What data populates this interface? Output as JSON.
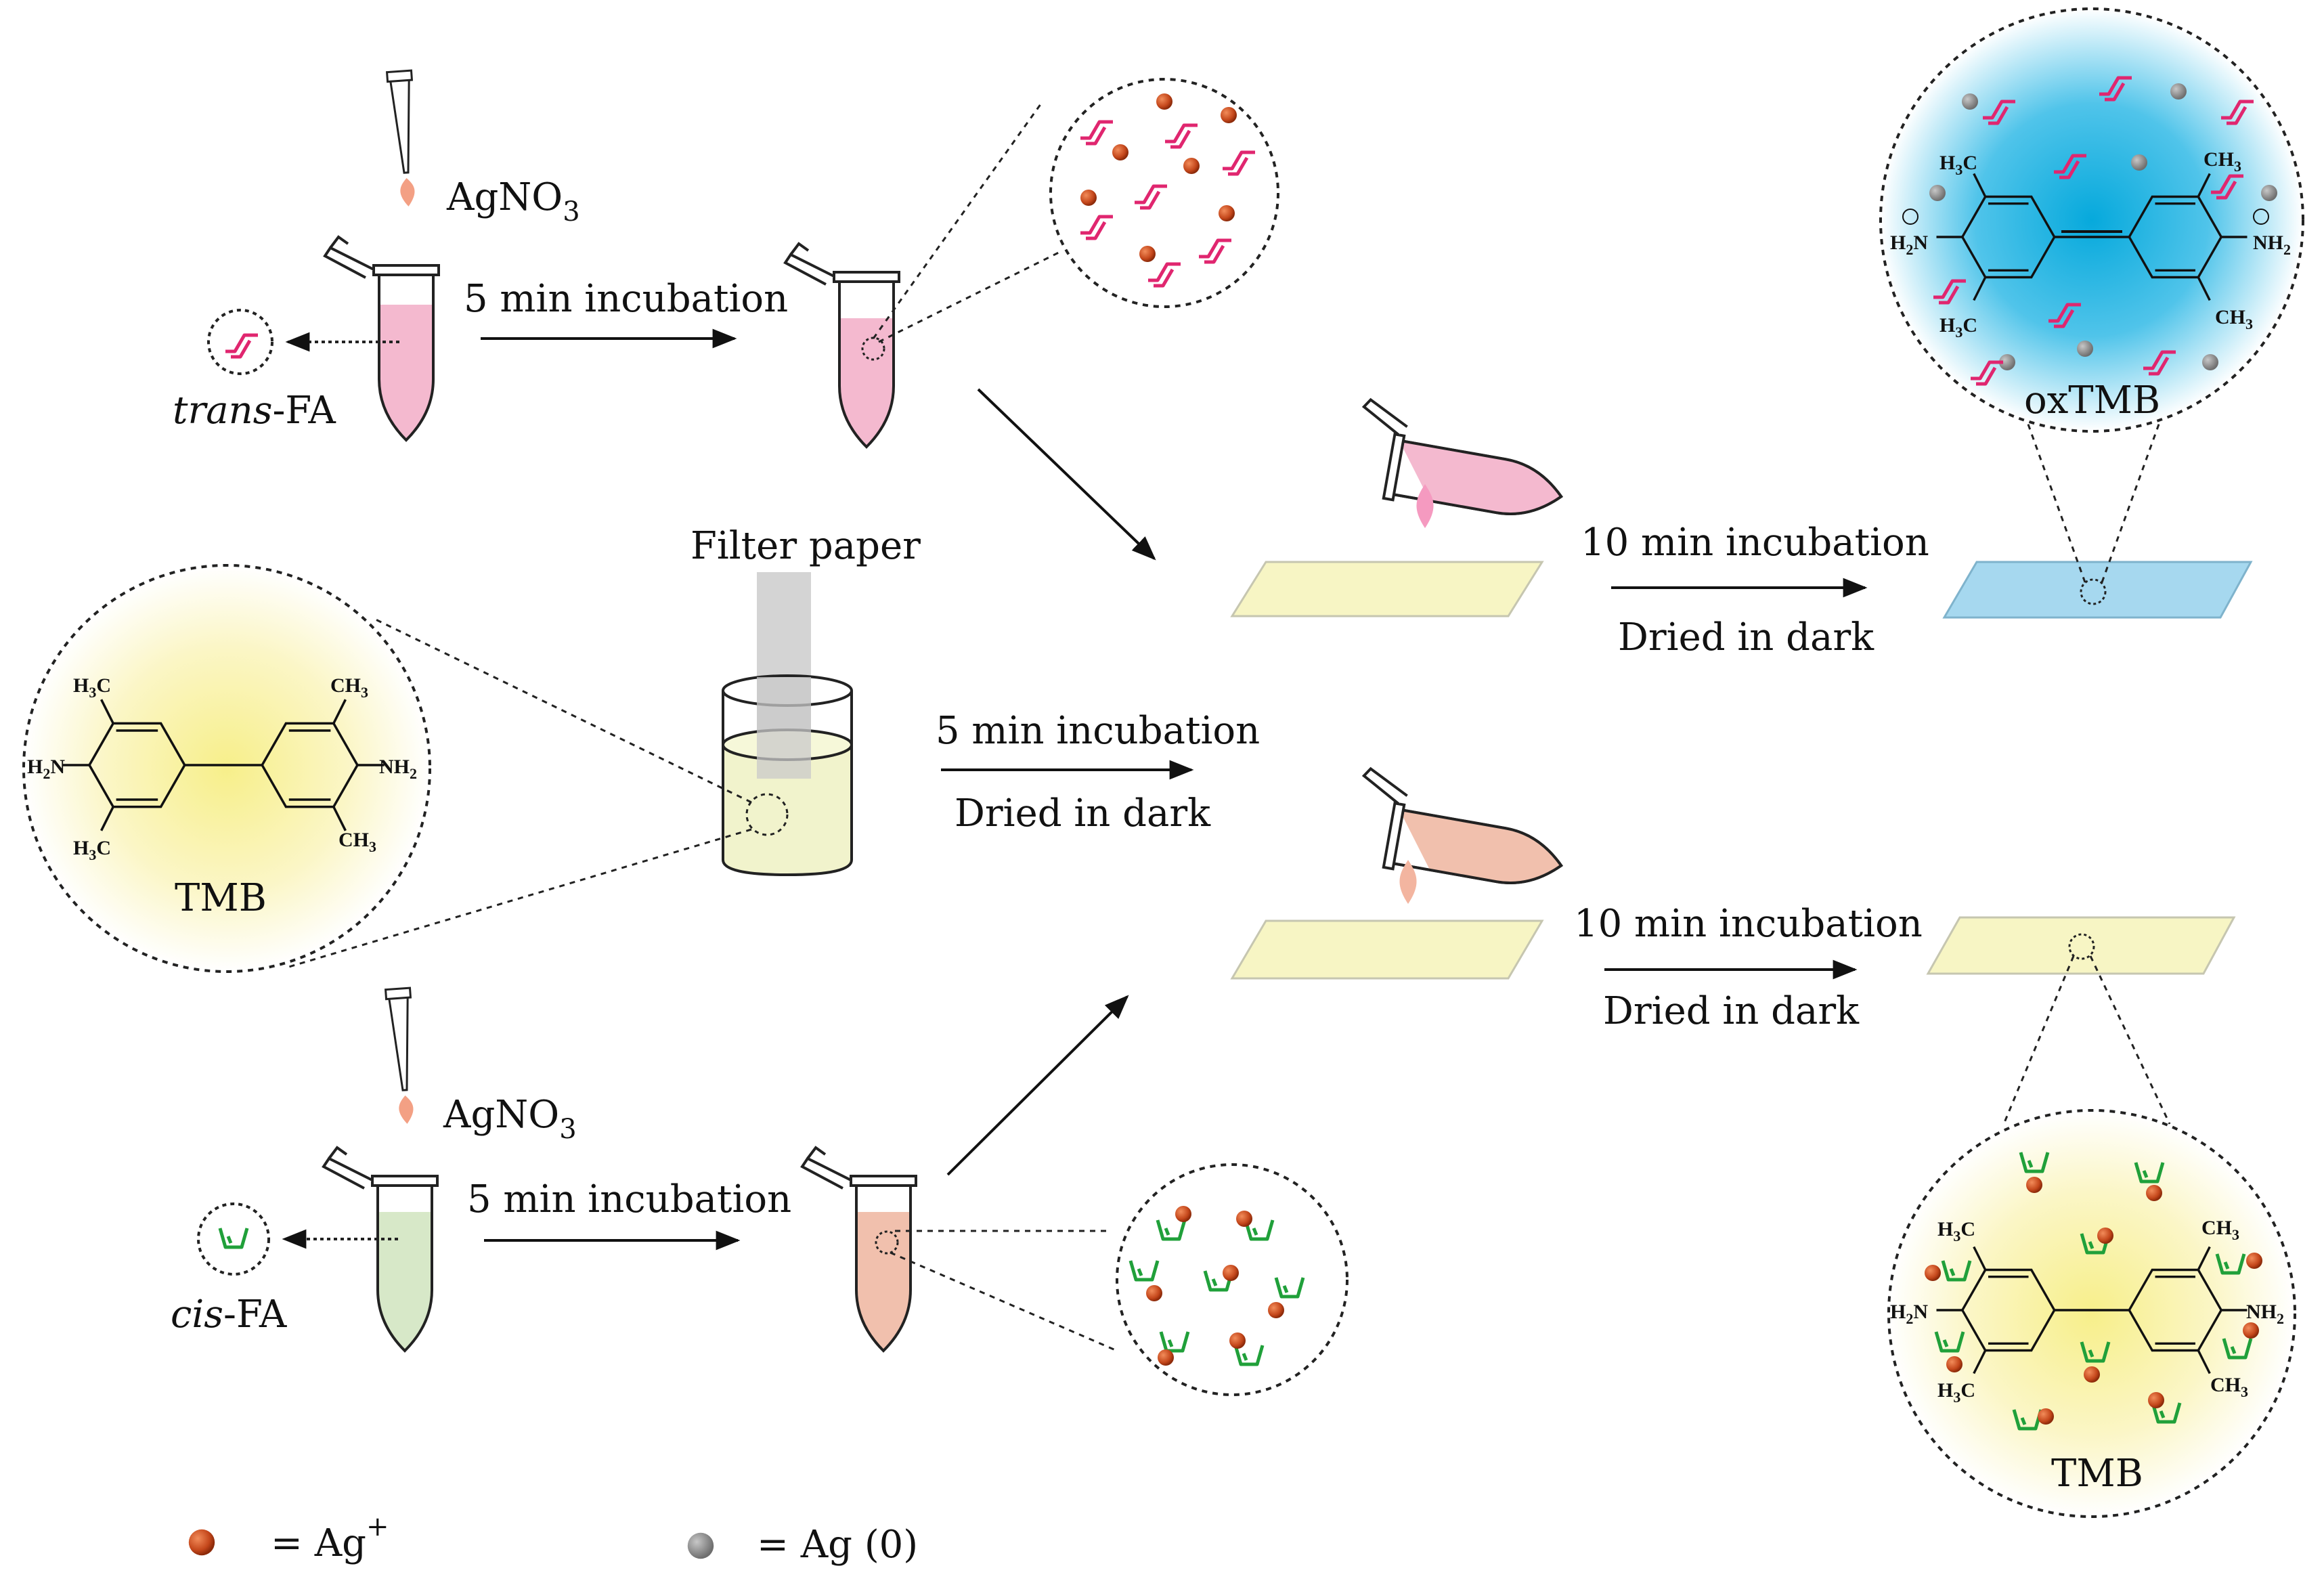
{
  "labels": {
    "agno3_top_base": "AgNO",
    "agno3_top_sub": "3",
    "agno3_bottom_base": "AgNO",
    "agno3_bottom_sub": "3",
    "incubation_top": "5 min incubation",
    "incubation_bottom": "5 min incubation",
    "incubation_middle": "5 min incubation",
    "dried_middle": "Dried in dark",
    "trans_prefix": "trans",
    "trans_suffix": "-FA",
    "cis_prefix": "cis",
    "cis_suffix": "-FA",
    "filter_paper": "Filter paper",
    "tmb_left": "TMB",
    "oxtmb": "oxTMB",
    "incubation_right_top": "10 min incubation",
    "dried_right_top": "Dried in dark",
    "incubation_right_bottom": "10 min incubation",
    "dried_right_bottom": "Dried in dark",
    "tmb_right": "TMB"
  },
  "chem": {
    "h3c": "H",
    "ch3": "CH",
    "h2n": "H",
    "nh2": "NH",
    "sub3": "3",
    "sub2": "2",
    "c": "C",
    "n": "N"
  },
  "legend": {
    "ag_plus_text": "= Ag",
    "ag_plus_sup": "+",
    "ag_zero_text": "= Ag (0)"
  },
  "colors": {
    "pink_liquid": "#f4b9cf",
    "green_liquid": "#d7e8c8",
    "salmon_liquid": "#f1c0ad",
    "paper_yellow": "#f7f5c4",
    "paper_blue": "#a6d8ef",
    "trans_fa": "#e0266f",
    "cis_fa": "#20a03a",
    "ag_plus": "#c4471b",
    "ag_zero": "#8a8a8a"
  }
}
